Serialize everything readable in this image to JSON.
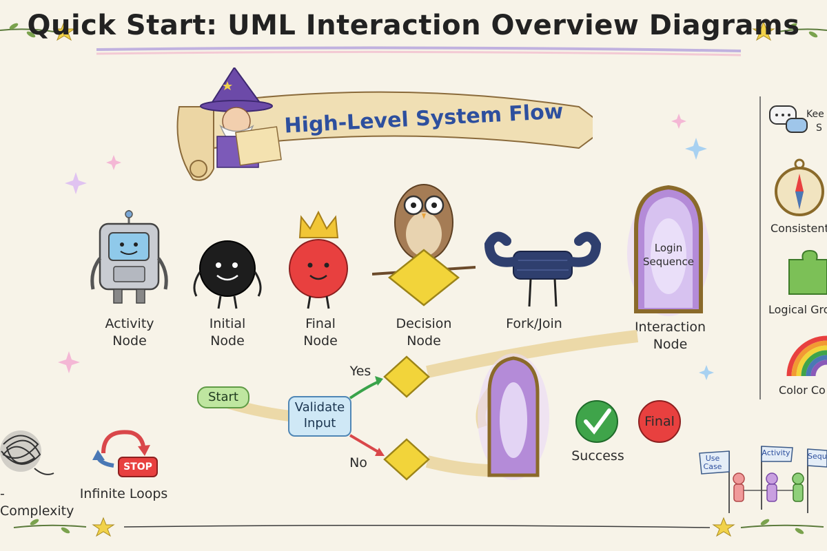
{
  "title": "Quick Start: UML Interaction Overview Diagrams",
  "banner": "High-Level System Flow",
  "nodes": [
    {
      "line1": "Activity",
      "line2": "Node"
    },
    {
      "line1": "Initial",
      "line2": "Node"
    },
    {
      "line1": "Final",
      "line2": "Node"
    },
    {
      "line1": "Decision",
      "line2": "Node"
    },
    {
      "line1": "Fork/Join",
      "line2": ""
    },
    {
      "line1": "Interaction",
      "line2": "Node"
    }
  ],
  "portal_label": {
    "line1": "Login",
    "line2": "Sequence"
  },
  "flow": {
    "start": "Start",
    "validate_line1": "Validate",
    "validate_line2": "Input",
    "yes": "Yes",
    "no": "No",
    "success": "Success",
    "final": "Final"
  },
  "pitfalls": {
    "complexity": "-Complexity",
    "loops": "Infinite Loops",
    "stop": "STOP"
  },
  "tips": {
    "keep_partial": "Kee",
    "keep_partial2": "S",
    "consistent_partial": "Consistent",
    "logical_partial": "Logical Gro",
    "color_partial": "Color Co"
  },
  "flags": {
    "use_case_line1": "Use",
    "use_case_line2": "Case",
    "activity": "Activity",
    "sequence_partial": "Seque"
  },
  "colors": {
    "background": "#f7f3e8",
    "banner_text": "#2d4f9e",
    "decision": "#f2d43a",
    "final_node": "#e8403f",
    "success": "#3fa44a",
    "portal": "#b48bd8"
  }
}
